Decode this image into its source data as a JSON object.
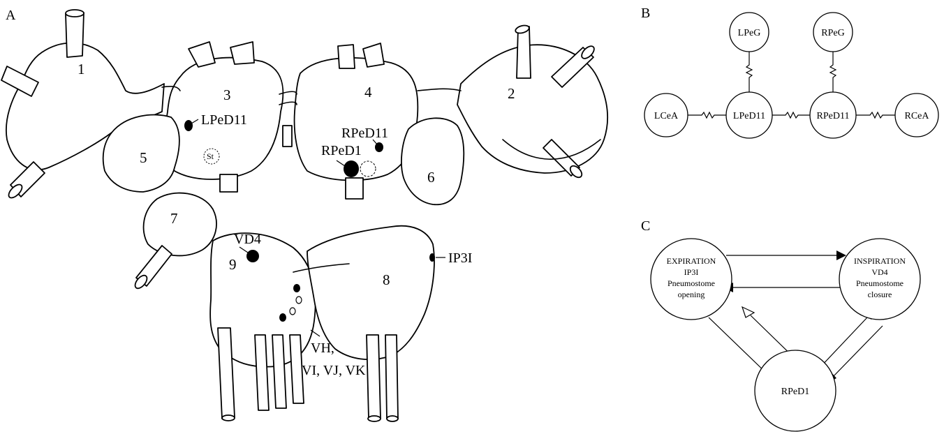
{
  "panel_labels": {
    "a": "A",
    "b": "B",
    "c": "C"
  },
  "ganglia": {
    "g1": "1",
    "g2": "2",
    "g3": "3",
    "g4": "4",
    "g5": "5",
    "g6": "6",
    "g7": "7",
    "g8": "8",
    "g9": "9"
  },
  "neurons": {
    "lped11": "LPeD11",
    "rped11": "RPeD11",
    "rped1": "RPeD1",
    "vd4": "VD4",
    "ip3i": "IP3I",
    "st": "St",
    "vh_line1": "VH,",
    "vh_line2": "VI, VJ, VK"
  },
  "panel_b": {
    "lpeg": "LPeG",
    "rpeg": "RPeG",
    "lcea": "LCeA",
    "lped11": "LPeD11",
    "rped11": "RPeD11",
    "rcea": "RCeA"
  },
  "panel_c": {
    "expiration": [
      "EXPIRATION",
      "IP3I",
      "Pneumostome",
      "opening"
    ],
    "inspiration": [
      "INSPIRATION",
      "VD4",
      "Pneumostome",
      "closure"
    ],
    "rped1": "RPeD1"
  }
}
